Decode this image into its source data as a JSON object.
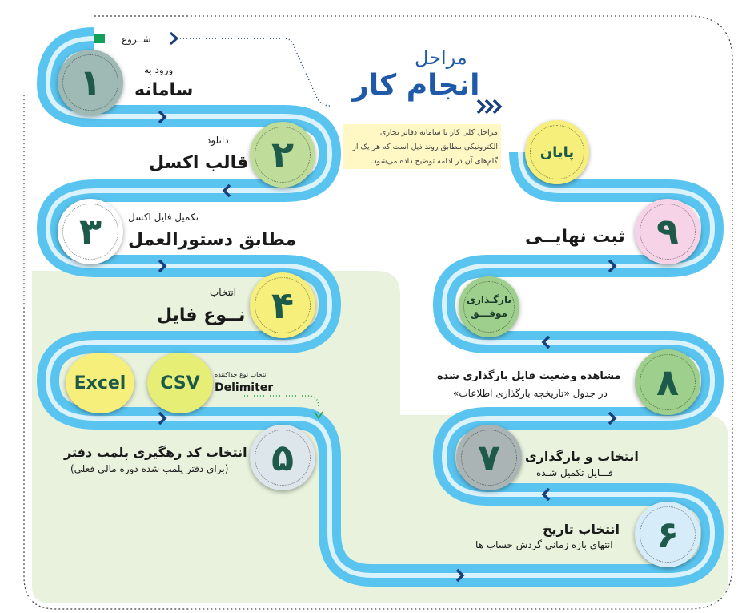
{
  "header": {
    "subtitle": "مراحل",
    "title": "انجام کار"
  },
  "intro": "مراحل کلی کار با سامانه دفاتر تجاری الکترونیکی مطابق روند ذیل است که هر یک از گام‌های آن در ادامه توضیح داده می‌شود.",
  "start_label": "شــروع",
  "end_label": "پایان",
  "steps": {
    "s1": {
      "num": "۱",
      "small": "ورود به",
      "big": "سامانه"
    },
    "s2": {
      "num": "۲",
      "small": "دانلود",
      "big": "قالب اکسل"
    },
    "s3": {
      "num": "۳",
      "small": "تکمیل فایل اکسل",
      "big": "مطابق دستورالعمل"
    },
    "s4": {
      "num": "۴",
      "small": "انتخاب",
      "big": "نــوع فایل"
    },
    "s5": {
      "num": "۵",
      "big": "انتخاب کد رهگیری پلمب دفتر",
      "small": "(برای دفتر پلمب شده دوره مالی فعلی)"
    },
    "s6": {
      "num": "۶",
      "big": "انتخاب تاریخ",
      "small": "انتهای بازه زمانی گردش حساب ها"
    },
    "s7": {
      "num": "۷",
      "big": "انتخاب و بارگذاری",
      "small": "فـــایل تکمیل شـده"
    },
    "s8": {
      "num": "۸",
      "big": "مشاهده وضعیت فایل بارگذاری شده",
      "small": "در جدول «تاریخچه بارگذاری اطلاعات»"
    },
    "s9": {
      "num": "۹",
      "big": "ثبت نهایــی"
    }
  },
  "file_types": {
    "excel": "Excel",
    "csv": "CSV",
    "delimiter_small": "انتخاب نوع جداکننده",
    "delimiter": "Delimiter"
  },
  "success": {
    "line1": "بارگـذاری",
    "line2": "موفـــق"
  },
  "colors": {
    "path": "#58c4ef",
    "path_dark": "#1a9bd6",
    "arrow": "#1b3f7a",
    "title": "#1e5aa8",
    "green_bg": "#e8f2dc",
    "note_bg": "#fff8c5",
    "c1": "#9fb9b4",
    "c2": "#bfdc9a",
    "c3": "#ffffff",
    "c4": "#f6ef7c",
    "c5": "#dde6ea",
    "c6": "#d6ecf9",
    "c7": "#aab4b4",
    "c8": "#9fcf8c",
    "c9": "#f6d3e6",
    "excel": "#f6ef7c",
    "csv": "#e7ee76",
    "success": "#9fcf8c",
    "end": "#f6ef7c"
  }
}
